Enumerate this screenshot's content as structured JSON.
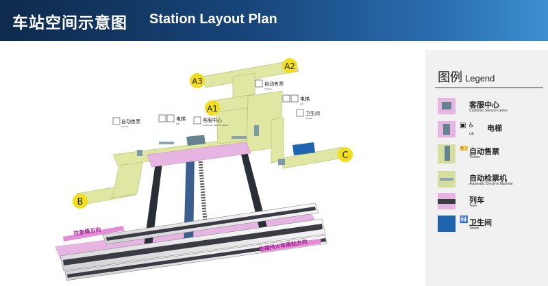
{
  "header": {
    "title_zh": "车站空间示意图",
    "title_en": "Station Layout Plan"
  },
  "entrances": {
    "a1": "A1",
    "a2": "A2",
    "a3": "A3",
    "b": "B",
    "c": "C"
  },
  "facility_labels": {
    "tickets_zh": "自动售票",
    "tickets_en": "Tickets",
    "lift_zh": "电梯",
    "lift_en": "Lift",
    "service_zh": "客服中心",
    "service_en": "Customer Service Center",
    "toilet_zh": "卫生间",
    "toilet_en": "Toilets"
  },
  "directions": {
    "left": "往象峰方向",
    "right": "往福州火车南站方向"
  },
  "legend": {
    "title_zh": "图例",
    "title_en": "Legend",
    "items": [
      {
        "zh": "客服中心",
        "en": "Customer Service Center"
      },
      {
        "zh": "电梯",
        "en": "Lift"
      },
      {
        "zh": "自动售票",
        "en": "Tickets"
      },
      {
        "zh": "自动检票机",
        "en": "Automatic Check-in Machine"
      },
      {
        "zh": "列车",
        "en": "Train"
      },
      {
        "zh": "卫生间",
        "en": "Toilets"
      }
    ]
  },
  "colors": {
    "concourse": "#dfe7a2",
    "platform": "#e6b5e2",
    "accent_yellow": "#f2de1c",
    "toilet_blue": "#1e63b0",
    "header_dark": "#0e2a4c"
  }
}
